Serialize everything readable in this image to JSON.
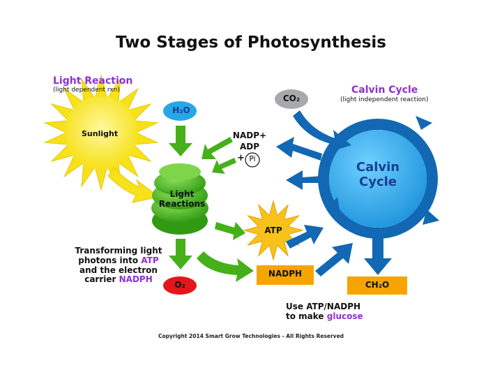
{
  "title": "Two Stages of Photosynthesis",
  "light_reaction": {
    "heading": "Light Reaction",
    "subheading": "(light dependent rxn)"
  },
  "calvin_header": {
    "heading": "Calvin Cycle",
    "subheading": "(light independent reaction)"
  },
  "labels": {
    "sunlight": "Sunlight",
    "h2o": "H₂O",
    "co2": "CO₂",
    "nadp_plus": "NADP+",
    "adp": "ADP",
    "plus": "+",
    "pi": "Pi",
    "light_reactions_line1": "Light",
    "light_reactions_line2": "Reactions",
    "calvin_cycle_line1": "Calvin",
    "calvin_cycle_line2": "Cycle",
    "atp": "ATP",
    "nadph": "NADPH",
    "o2": "O₂",
    "ch2o": "CH₂O"
  },
  "transforming": {
    "line1": "Transforming light",
    "line2_a": "photons into ",
    "line2_b": "ATP",
    "line3": "and the electron",
    "line4_a": "carrier ",
    "line4_b": "NADPH"
  },
  "use": {
    "line1": "Use ATP/NADPH",
    "line2_a": "to make ",
    "line2_b": "glucose"
  },
  "copyright": "Copyright 2014 Smart Grow Technologies - All Rights Reserved",
  "colors": {
    "sun": "#f7e11a",
    "chloroplast": "#4caf1c",
    "arrow_green": "#45b01a",
    "cycle_blue": "#1268b3",
    "cycle_fill": "#2ba6ea",
    "label_purple": "#8e2fd6",
    "atp_star": "#f8c21a",
    "orange_box": "#f6a500",
    "o2_red": "#e4161b",
    "co2_gray": "#a7a9ac",
    "h2o_blue": "#27a7e7"
  }
}
